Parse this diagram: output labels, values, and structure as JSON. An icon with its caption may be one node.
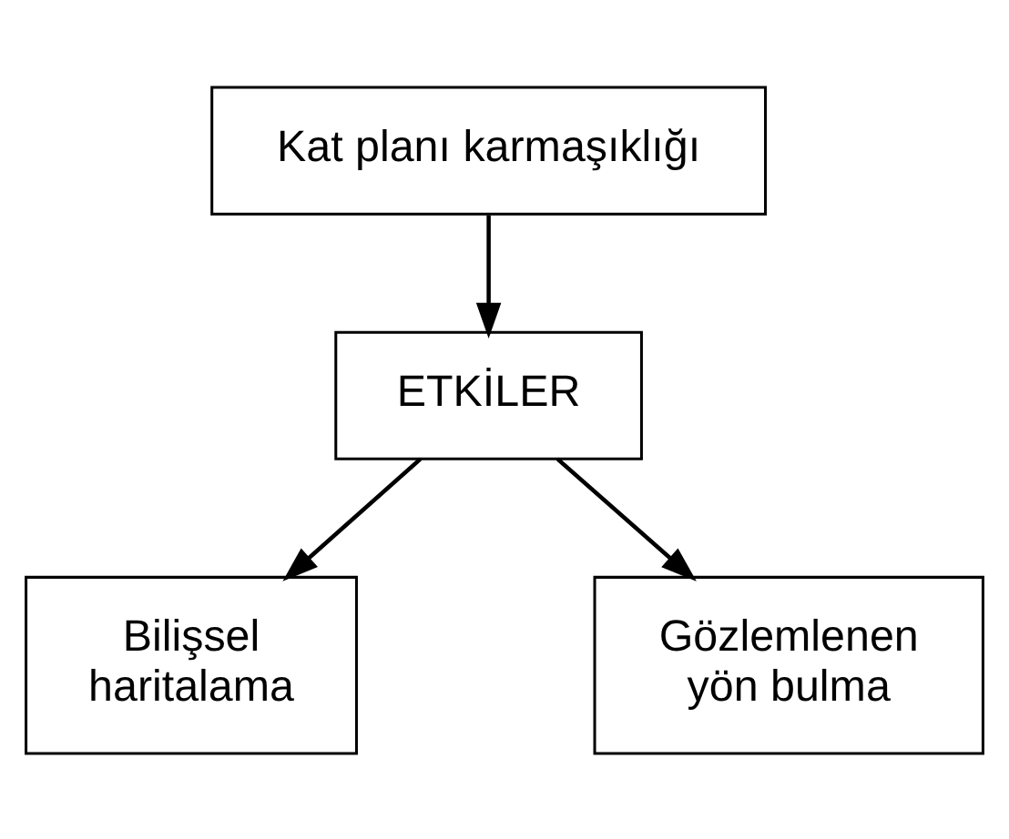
{
  "diagram": {
    "nodes": [
      {
        "text": [
          "Kat planı karmaşıklığı"
        ]
      },
      {
        "text": [
          "ETKİLER"
        ]
      },
      {
        "text": [
          "Bilişsel haritalama"
        ]
      },
      {
        "text": [
          "Gözlemlenen yön bulma"
        ]
      }
    ],
    "edges": [
      {
        "from": 0,
        "to": 1,
        "arrow": "to"
      },
      {
        "from": 1,
        "to": 2,
        "arrow": "to"
      },
      {
        "from": 1,
        "to": 3,
        "arrow": "to"
      }
    ]
  }
}
